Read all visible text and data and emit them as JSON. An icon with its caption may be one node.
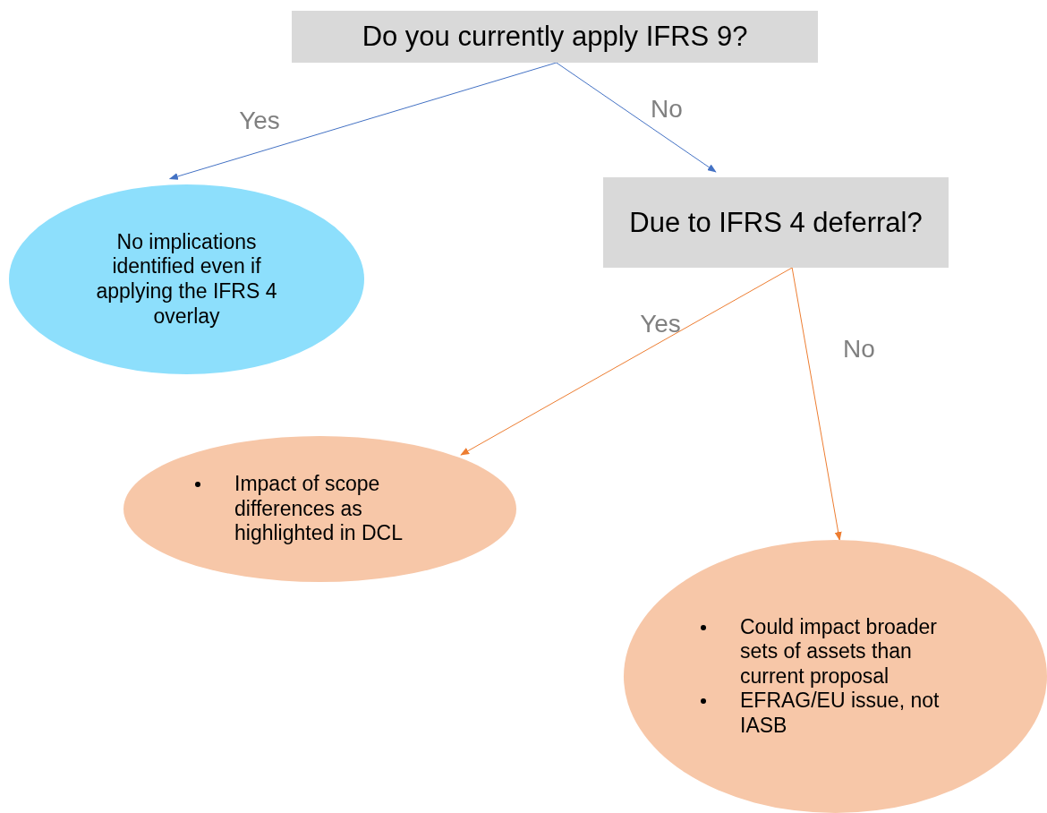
{
  "diagram": {
    "nodes": [
      {
        "text": [
          "Do you currently apply IFRS 9?"
        ]
      },
      {
        "text": [
          "No implications identified even if applying the IFRS 4 overlay"
        ]
      },
      {
        "text": [
          "Due to IFRS 4 deferral?"
        ]
      },
      {
        "text": [
          "Impact of scope differences as highlighted in DCL"
        ]
      },
      {
        "text": [
          "Could impact broader sets of assets than current proposal",
          "EFRAG/EU issue, not IASB"
        ]
      }
    ],
    "edges": [
      {
        "from": 0,
        "to": 1,
        "arrow": "to",
        "label": "Yes",
        "color": "#4472c4"
      },
      {
        "from": 0,
        "to": 2,
        "arrow": "to",
        "label": "No",
        "color": "#4472c4"
      },
      {
        "from": 2,
        "to": 3,
        "arrow": "to",
        "label": "Yes",
        "color": "#ed7d31"
      },
      {
        "from": 2,
        "to": 4,
        "arrow": "to",
        "label": "No",
        "color": "#ed7d31"
      }
    ]
  }
}
